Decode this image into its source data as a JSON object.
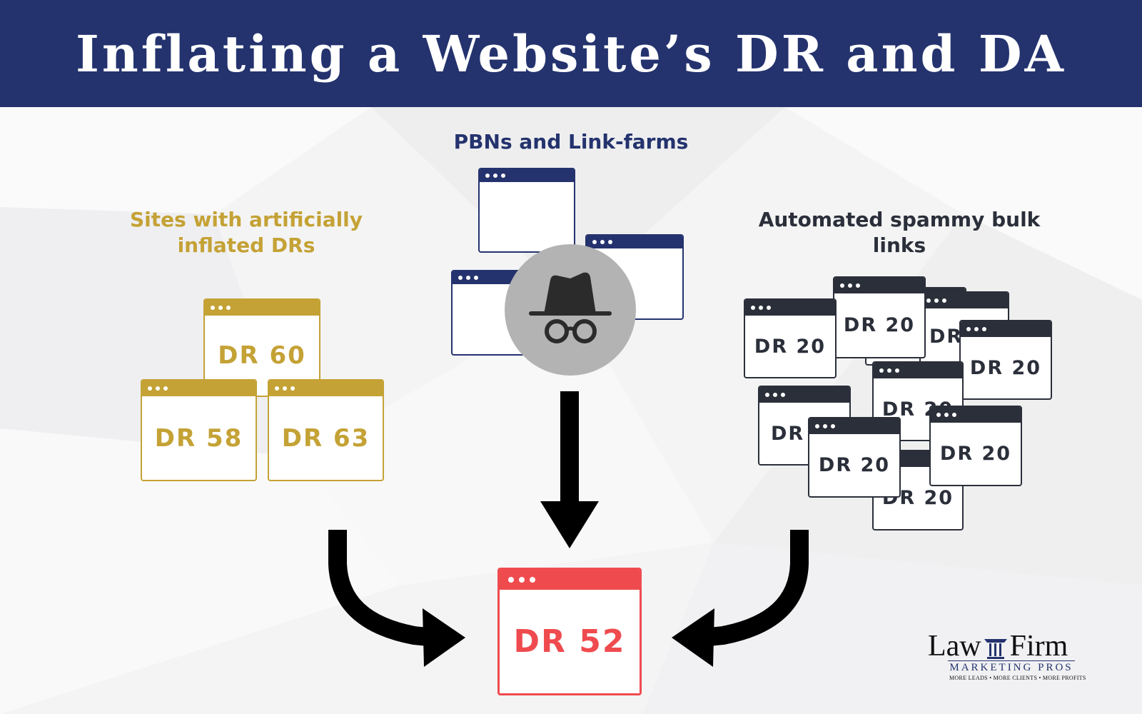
{
  "header": {
    "title": "Inflating a Website’s DR and DA"
  },
  "groups": {
    "left_label": "Sites with artificially inflated DRs",
    "middle_label": "PBNs and Link-farms",
    "right_label": "Automated spammy bulk links"
  },
  "left_sites": [
    "DR 60",
    "DR 58",
    "DR 63"
  ],
  "right_sites": [
    "DR 20",
    "DR 20",
    "DR",
    "20",
    "DR 20",
    "DR 20",
    "DR",
    "DR 20",
    "DR 20",
    "DR 20",
    "DR 20"
  ],
  "target": {
    "label": "DR 52"
  },
  "icons": {
    "middle": "incognito-icon",
    "arrows": "arrow-icon"
  },
  "logo": {
    "word1": "Law",
    "word2": "Firm",
    "sub": "MARKETING PROS",
    "tagline": "MORE LEADS • MORE CLIENTS • MORE PROFITS"
  },
  "colors": {
    "header": "#24336e",
    "gold": "#c4a235",
    "dark": "#2b2f3a",
    "red": "#ef4b4f"
  }
}
